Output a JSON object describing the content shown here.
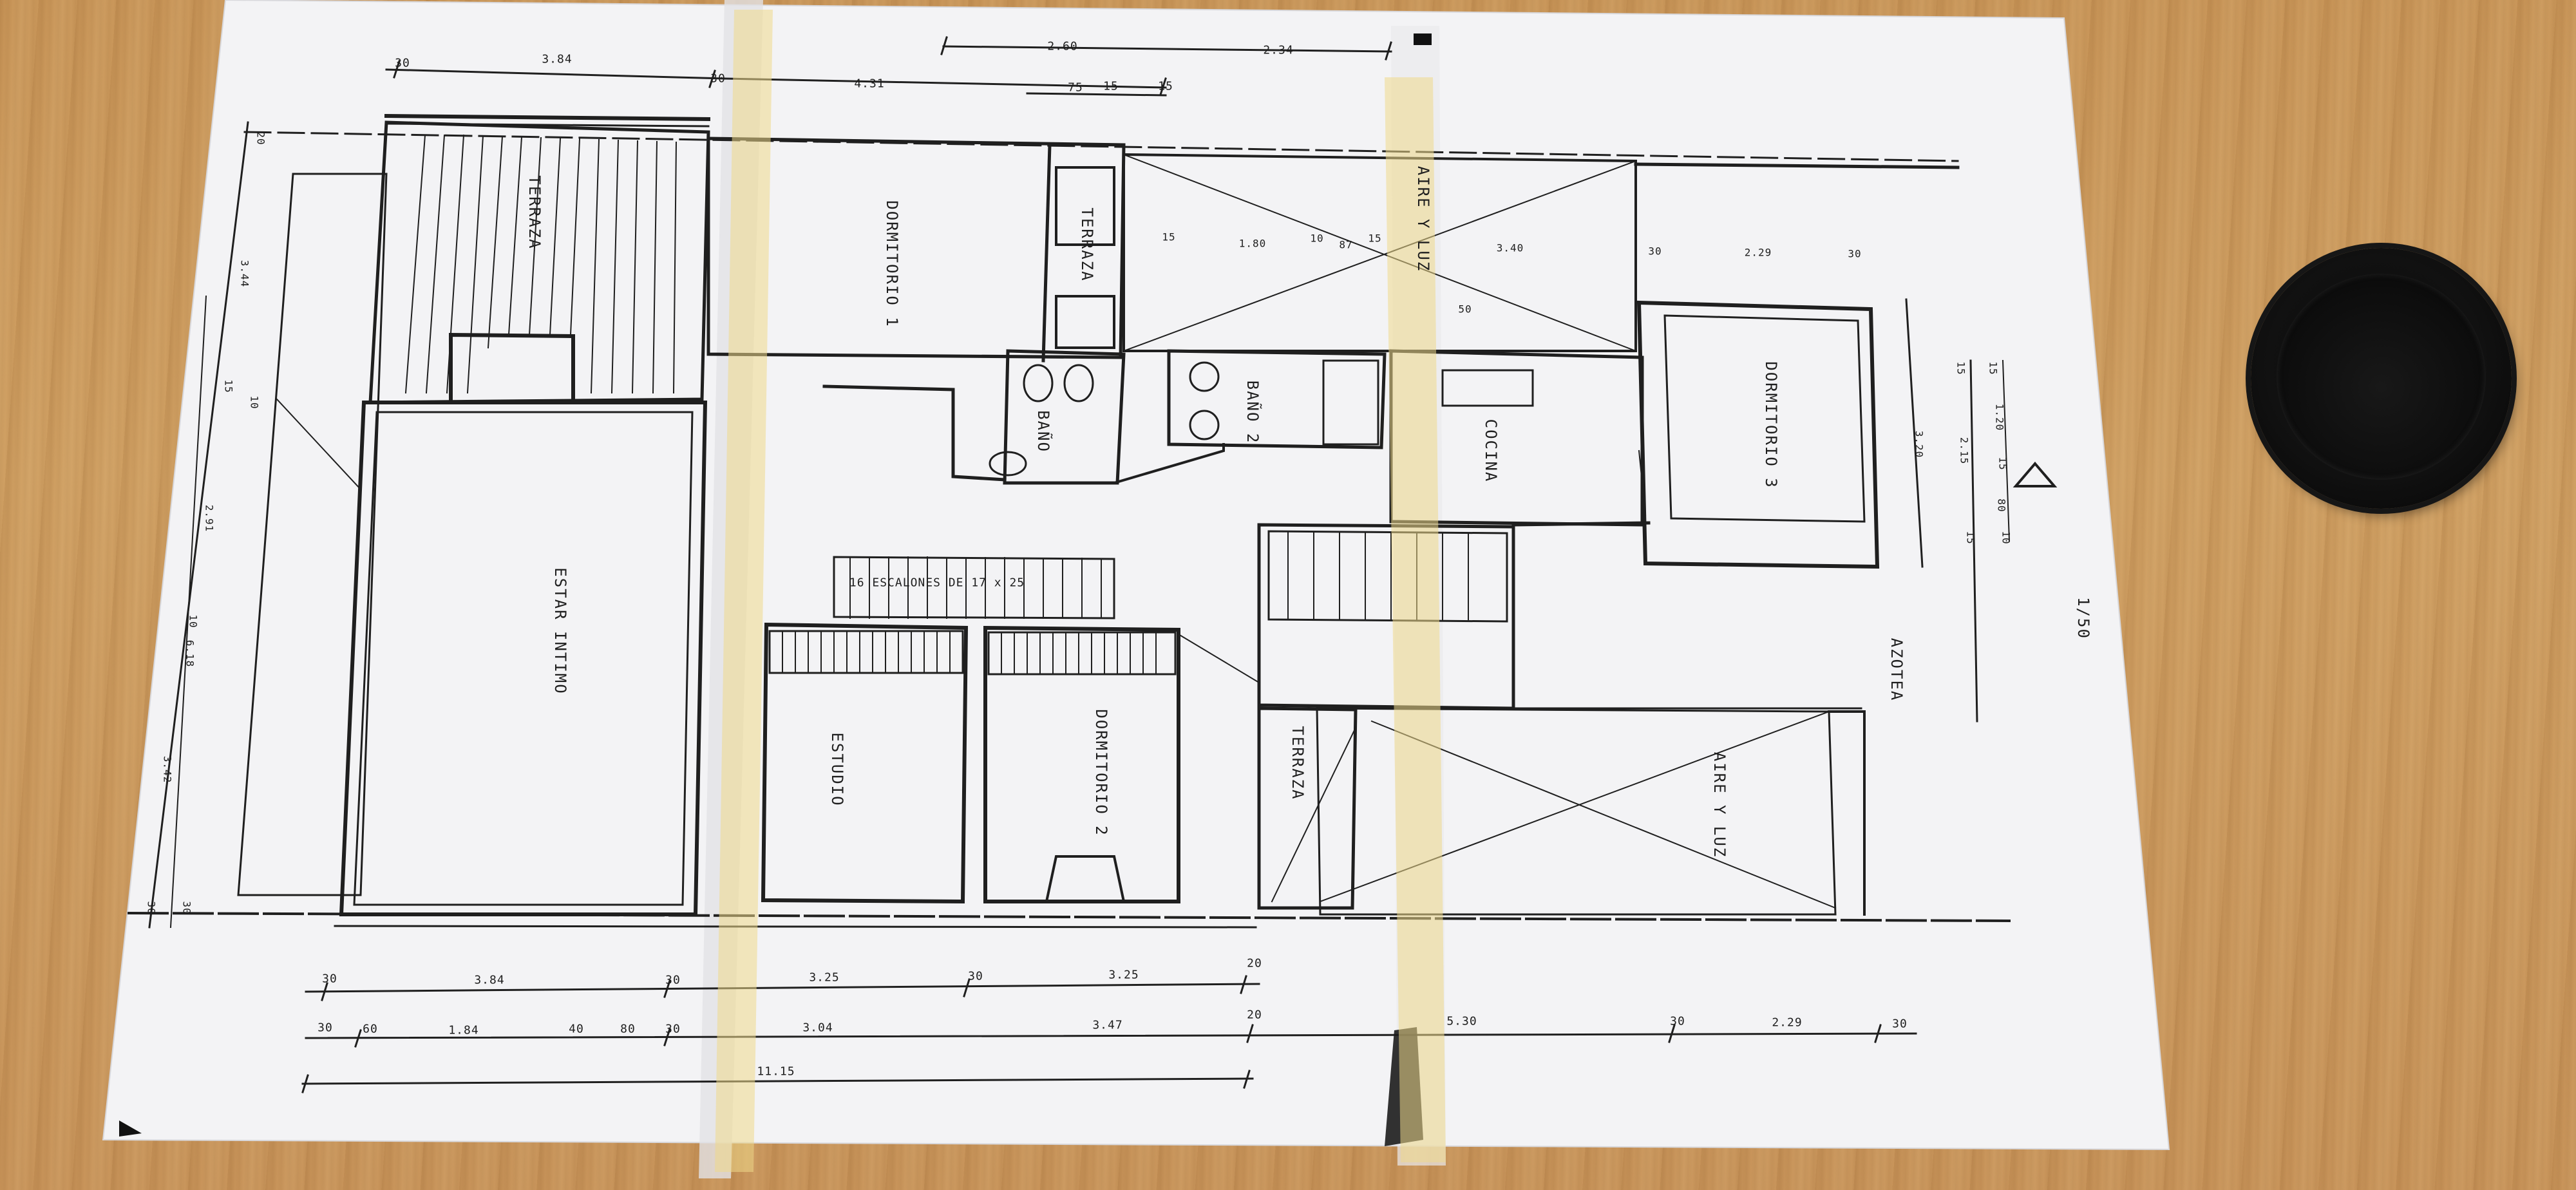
{
  "photo": {
    "subject": "Printed architectural floor plan on a wooden table",
    "colors": {
      "table": "#c99a5c",
      "paper": "#f4f4f6",
      "ink": "#1e1e1e",
      "tape": "#efd98a"
    }
  },
  "plan": {
    "rooms": {
      "terraza_top": "TERRAZA",
      "dormitorio_1": "DORMITORIO 1",
      "terraza_small": "TERRAZA",
      "bano_1": "BAÑO",
      "bano_2": "BAÑO 2",
      "aire_luz_top": "AIRE Y LUZ",
      "cocina": "COCINA",
      "dormitorio_3": "DORMITORIO 3",
      "estar_intimo": "ESTAR INTIMO",
      "escalones": "16 ESCALONES DE 17 x 25",
      "estudio": "ESTUDIO",
      "dormitorio_2": "DORMITORIO 2",
      "terraza_bottom": "TERRAZA",
      "azotea": "AZOTEA",
      "aire_luz_bottom": "AIRE Y LUZ"
    },
    "dims_top": [
      "30",
      "3.84",
      "30",
      "4.31",
      "2.60",
      "2.34",
      "75",
      "15",
      "15"
    ],
    "dims_inner": [
      "15",
      "1.80",
      "10",
      "87",
      "15",
      "50",
      "3.40",
      "30",
      "2.29",
      "30"
    ],
    "dims_left": [
      "20",
      "3.44",
      "15",
      "10",
      "2.91",
      "10",
      "6.18",
      "3.42",
      "30",
      "30"
    ],
    "dims_right": [
      "3.20",
      "2.15",
      "15",
      "1.20",
      "15",
      "80",
      "15",
      "15",
      "10"
    ],
    "dims_bottom_row1": [
      "30",
      "3.84",
      "30",
      "3.25",
      "30",
      "3.25",
      "20"
    ],
    "dims_bottom_row2": [
      "30",
      "60",
      "1.84",
      "40",
      "80",
      "30",
      "3.04",
      "3.47",
      "20",
      "5.30",
      "30",
      "2.29",
      "30"
    ],
    "dims_bottom_total": "11.15",
    "scale_text": "1/50"
  }
}
